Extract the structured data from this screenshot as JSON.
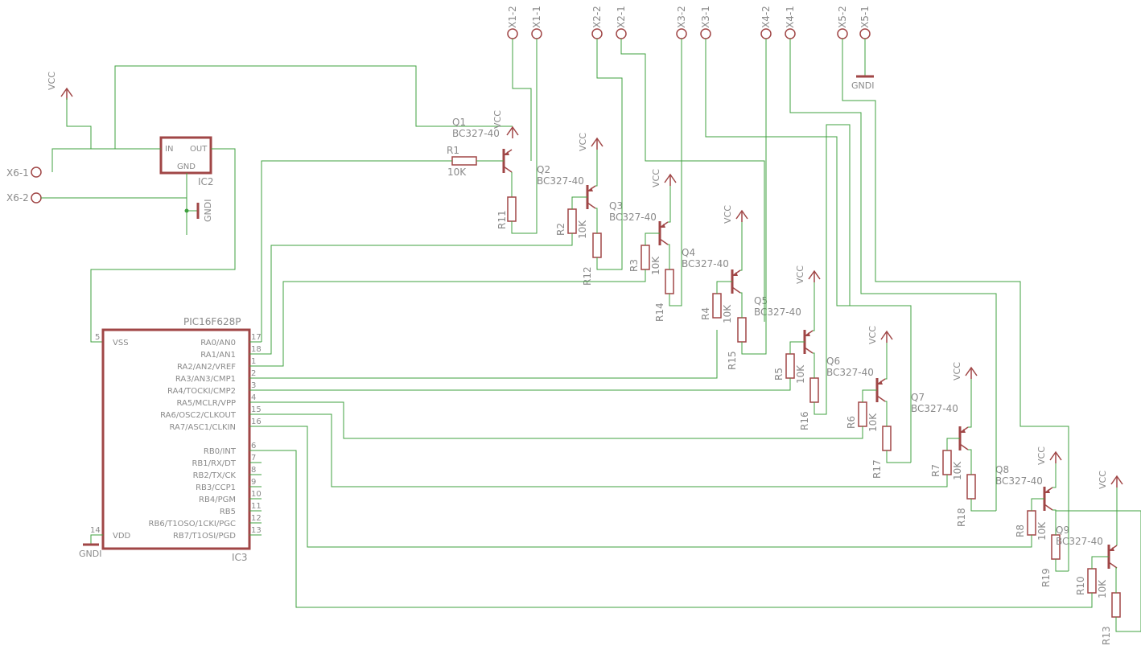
{
  "ic3": {
    "name": "IC3",
    "value": "PIC16F628P",
    "pins_left": [
      {
        "no": "17",
        "label": "RA0/AN0"
      },
      {
        "no": "18",
        "label": "RA1/AN1"
      },
      {
        "no": "1",
        "label": "RA2/AN2/VREF"
      },
      {
        "no": "2",
        "label": "RA3/AN3/CMP1"
      },
      {
        "no": "3",
        "label": "RA4/TOCKI/CMP2"
      },
      {
        "no": "4",
        "label": "RA5/MCLR/VPP"
      },
      {
        "no": "15",
        "label": "RA6/OSC2/CLKOUT"
      },
      {
        "no": "16",
        "label": "RA7/ASC1/CLKIN"
      },
      {
        "no": "6",
        "label": "RB0/INT"
      },
      {
        "no": "7",
        "label": "RB1/RX/DT"
      },
      {
        "no": "8",
        "label": "RB2/TX/CK"
      },
      {
        "no": "9",
        "label": "RB3/CCP1"
      },
      {
        "no": "10",
        "label": "RB4/PGM"
      },
      {
        "no": "11",
        "label": "RB5"
      },
      {
        "no": "12",
        "label": "RB6/T1OSO/1CKI/PGC"
      },
      {
        "no": "13",
        "label": "RB7/T1OSI/PGD"
      }
    ],
    "vss": {
      "no": "5",
      "label": "VSS"
    },
    "vdd": {
      "no": "14",
      "label": "VDD"
    }
  },
  "ic2": {
    "name": "IC2",
    "in": "IN",
    "out": "OUT",
    "gnd": "GND"
  },
  "connectors": [
    "X1-2",
    "X1-1",
    "X2-2",
    "X2-1",
    "X3-2",
    "X3-1",
    "X4-2",
    "X4-1",
    "X5-2",
    "X5-1",
    "X6-1",
    "X6-2"
  ],
  "supply": {
    "vcc": "VCC",
    "gnd": "GNDI"
  },
  "transistors": [
    {
      "name": "Q1",
      "value": "BC327-40"
    },
    {
      "name": "Q2",
      "value": "BC327-40"
    },
    {
      "name": "Q3",
      "value": "BC327-40"
    },
    {
      "name": "Q4",
      "value": "BC327-40"
    },
    {
      "name": "Q5",
      "value": "BC327-40"
    },
    {
      "name": "Q6",
      "value": "BC327-40"
    },
    {
      "name": "Q7",
      "value": "BC327-40"
    },
    {
      "name": "Q8",
      "value": "BC327-40"
    },
    {
      "name": "Q9",
      "value": "BC327-40"
    }
  ],
  "resistors": {
    "r1": {
      "name": "R1",
      "value": "10K"
    },
    "r11": {
      "name": "R11"
    },
    "stages": [
      {
        "base": "R2",
        "load": "R12"
      },
      {
        "base": "R3",
        "load": "R14"
      },
      {
        "base": "R4",
        "load": "R15"
      },
      {
        "base": "R5",
        "load": "R16"
      },
      {
        "base": "R6",
        "load": "R17"
      },
      {
        "base": "R7",
        "load": "R18"
      },
      {
        "base": "R8",
        "load": "R19"
      },
      {
        "base": "R10",
        "load": "R13"
      }
    ],
    "value": "10K"
  }
}
